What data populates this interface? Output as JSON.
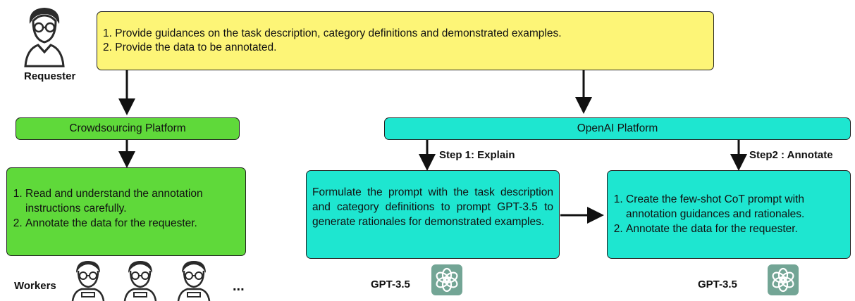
{
  "requester": {
    "label": "Requester",
    "line1": "1. Provide guidances on the task description, category  definitions and demonstrated examples.",
    "line2": "2. Provide the data to be annotated."
  },
  "crowd": {
    "platform": "Crowdsourcing Platform",
    "steps": [
      "Read and understand the annotation instructions carefully.",
      "Annotate the data for the requester."
    ],
    "workers_label": "Workers",
    "ellipsis": "..."
  },
  "openai": {
    "platform": "OpenAI Platform",
    "step1_label": "Step 1: Explain",
    "step2_label": "Step2 : Annotate",
    "explain_text": "Formulate the prompt with the task description and category definitions to prompt GPT-3.5 to generate rationales for demonstrated examples.",
    "annotate_steps": [
      "Create the few-shot CoT prompt with annotation guidances and rationales.",
      "Annotate the data for the requester."
    ],
    "gpt_label_1": "GPT-3.5",
    "gpt_label_2": "GPT-3.5"
  },
  "colors": {
    "requester_box": "#fdf577",
    "crowd_box": "#5fd93a",
    "openai_box": "#1ee6d0",
    "logo": "#73a595"
  },
  "icons": [
    "person-icon",
    "worker-icon",
    "openai-logo-icon"
  ]
}
